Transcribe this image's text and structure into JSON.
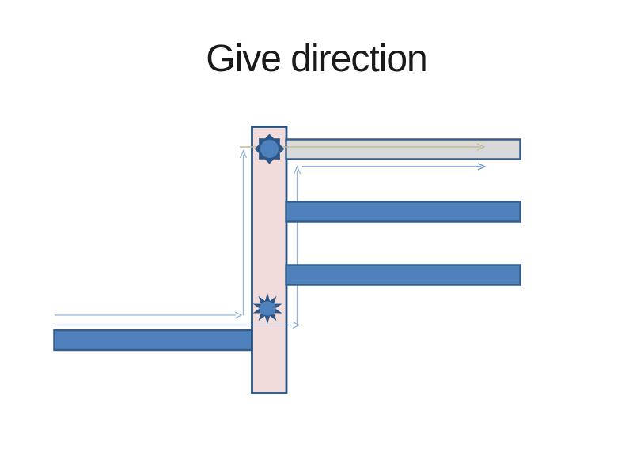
{
  "slide": {
    "title": "Give direction"
  },
  "diagram": {
    "description": "Flow diagram: vertical pink channel bar with an 8-point star (top) and a burst star (bottom); three horizontal bars extend right (gray, blue, blue); one blue bar extends left at bottom; thin arrows indicate direction of flow (up and to the right).",
    "bars": [
      {
        "name": "top-gray-bar",
        "color_key": "gray_fill"
      },
      {
        "name": "middle-blue-bar",
        "color_key": "bar_blue"
      },
      {
        "name": "lower-blue-bar",
        "color_key": "bar_blue"
      },
      {
        "name": "bottom-left-blue-bar",
        "color_key": "bar_blue"
      },
      {
        "name": "vertical-pink-bar",
        "color_key": "pink_fill"
      }
    ],
    "stars": [
      {
        "name": "eight-point-star",
        "position": "top of pink bar"
      },
      {
        "name": "burst-star",
        "position": "bottom of pink bar"
      }
    ],
    "arrows": [
      {
        "name": "tan-arrow",
        "direction": "right",
        "color_key": "tan_arrow"
      },
      {
        "name": "blue-right-arrow",
        "direction": "right",
        "color_key": "mid_arrow"
      },
      {
        "name": "up-arrow-left",
        "direction": "up",
        "color_key": "light_arrow"
      },
      {
        "name": "up-arrow-right",
        "direction": "up",
        "color_key": "light_arrow"
      },
      {
        "name": "bottom-right-arrow-short",
        "direction": "right",
        "color_key": "light_arrow"
      },
      {
        "name": "bottom-right-arrow-long",
        "direction": "right",
        "color_key": "light_arrow"
      }
    ]
  },
  "colors": {
    "background": "#FFFFFF",
    "title_text": "#1A1A1A",
    "bar_blue": "#4F81BD",
    "bar_border": "#385D8A",
    "gray_fill": "#D9D9D9",
    "pink_fill": "#F2DCDB",
    "pink_border": "#27517F",
    "star_dark": "#2C5588",
    "star_inner": "#4F81BD",
    "light_arrow": "#95B3D7",
    "mid_arrow": "#6F94C6",
    "tan_arrow": "#C4BD97"
  }
}
